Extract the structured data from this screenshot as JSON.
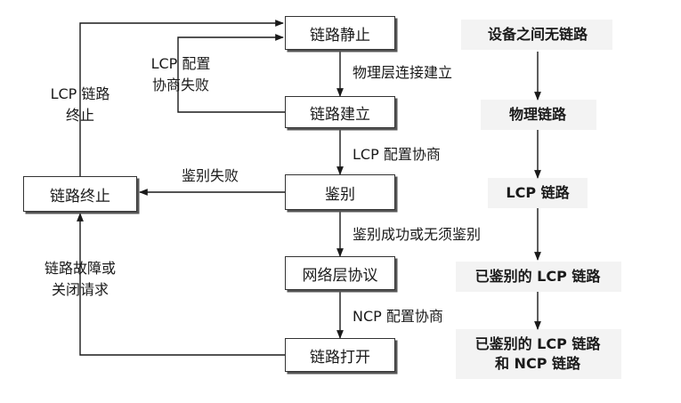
{
  "boxes": {
    "link_idle": "链路静止",
    "link_establish": "链路建立",
    "authenticate": "鉴别",
    "network_protocol": "网络层协议",
    "link_open": "链路打开",
    "link_terminate": "链路终止"
  },
  "edges": {
    "physical_connect": "物理层连接建立",
    "lcp_negotiate": "LCP 配置协商",
    "auth_ok": "鉴别成功或无须鉴别",
    "ncp_negotiate": "NCP 配置协商",
    "auth_fail": "鉴别失败",
    "lcp_fail_1": "LCP 配置",
    "lcp_fail_2": "协商失败",
    "lcp_term_1": "LCP 链路",
    "lcp_term_2": "终止",
    "fault_1": "链路故障或",
    "fault_2": "关闭请求"
  },
  "states": {
    "s1": "设备之间无链路",
    "s2": "物理链路",
    "s3": "LCP 链路",
    "s4": "已鉴别的 LCP 链路",
    "s5_1": "已鉴别的 LCP 链路",
    "s5_2": "和 NCP 链路"
  }
}
